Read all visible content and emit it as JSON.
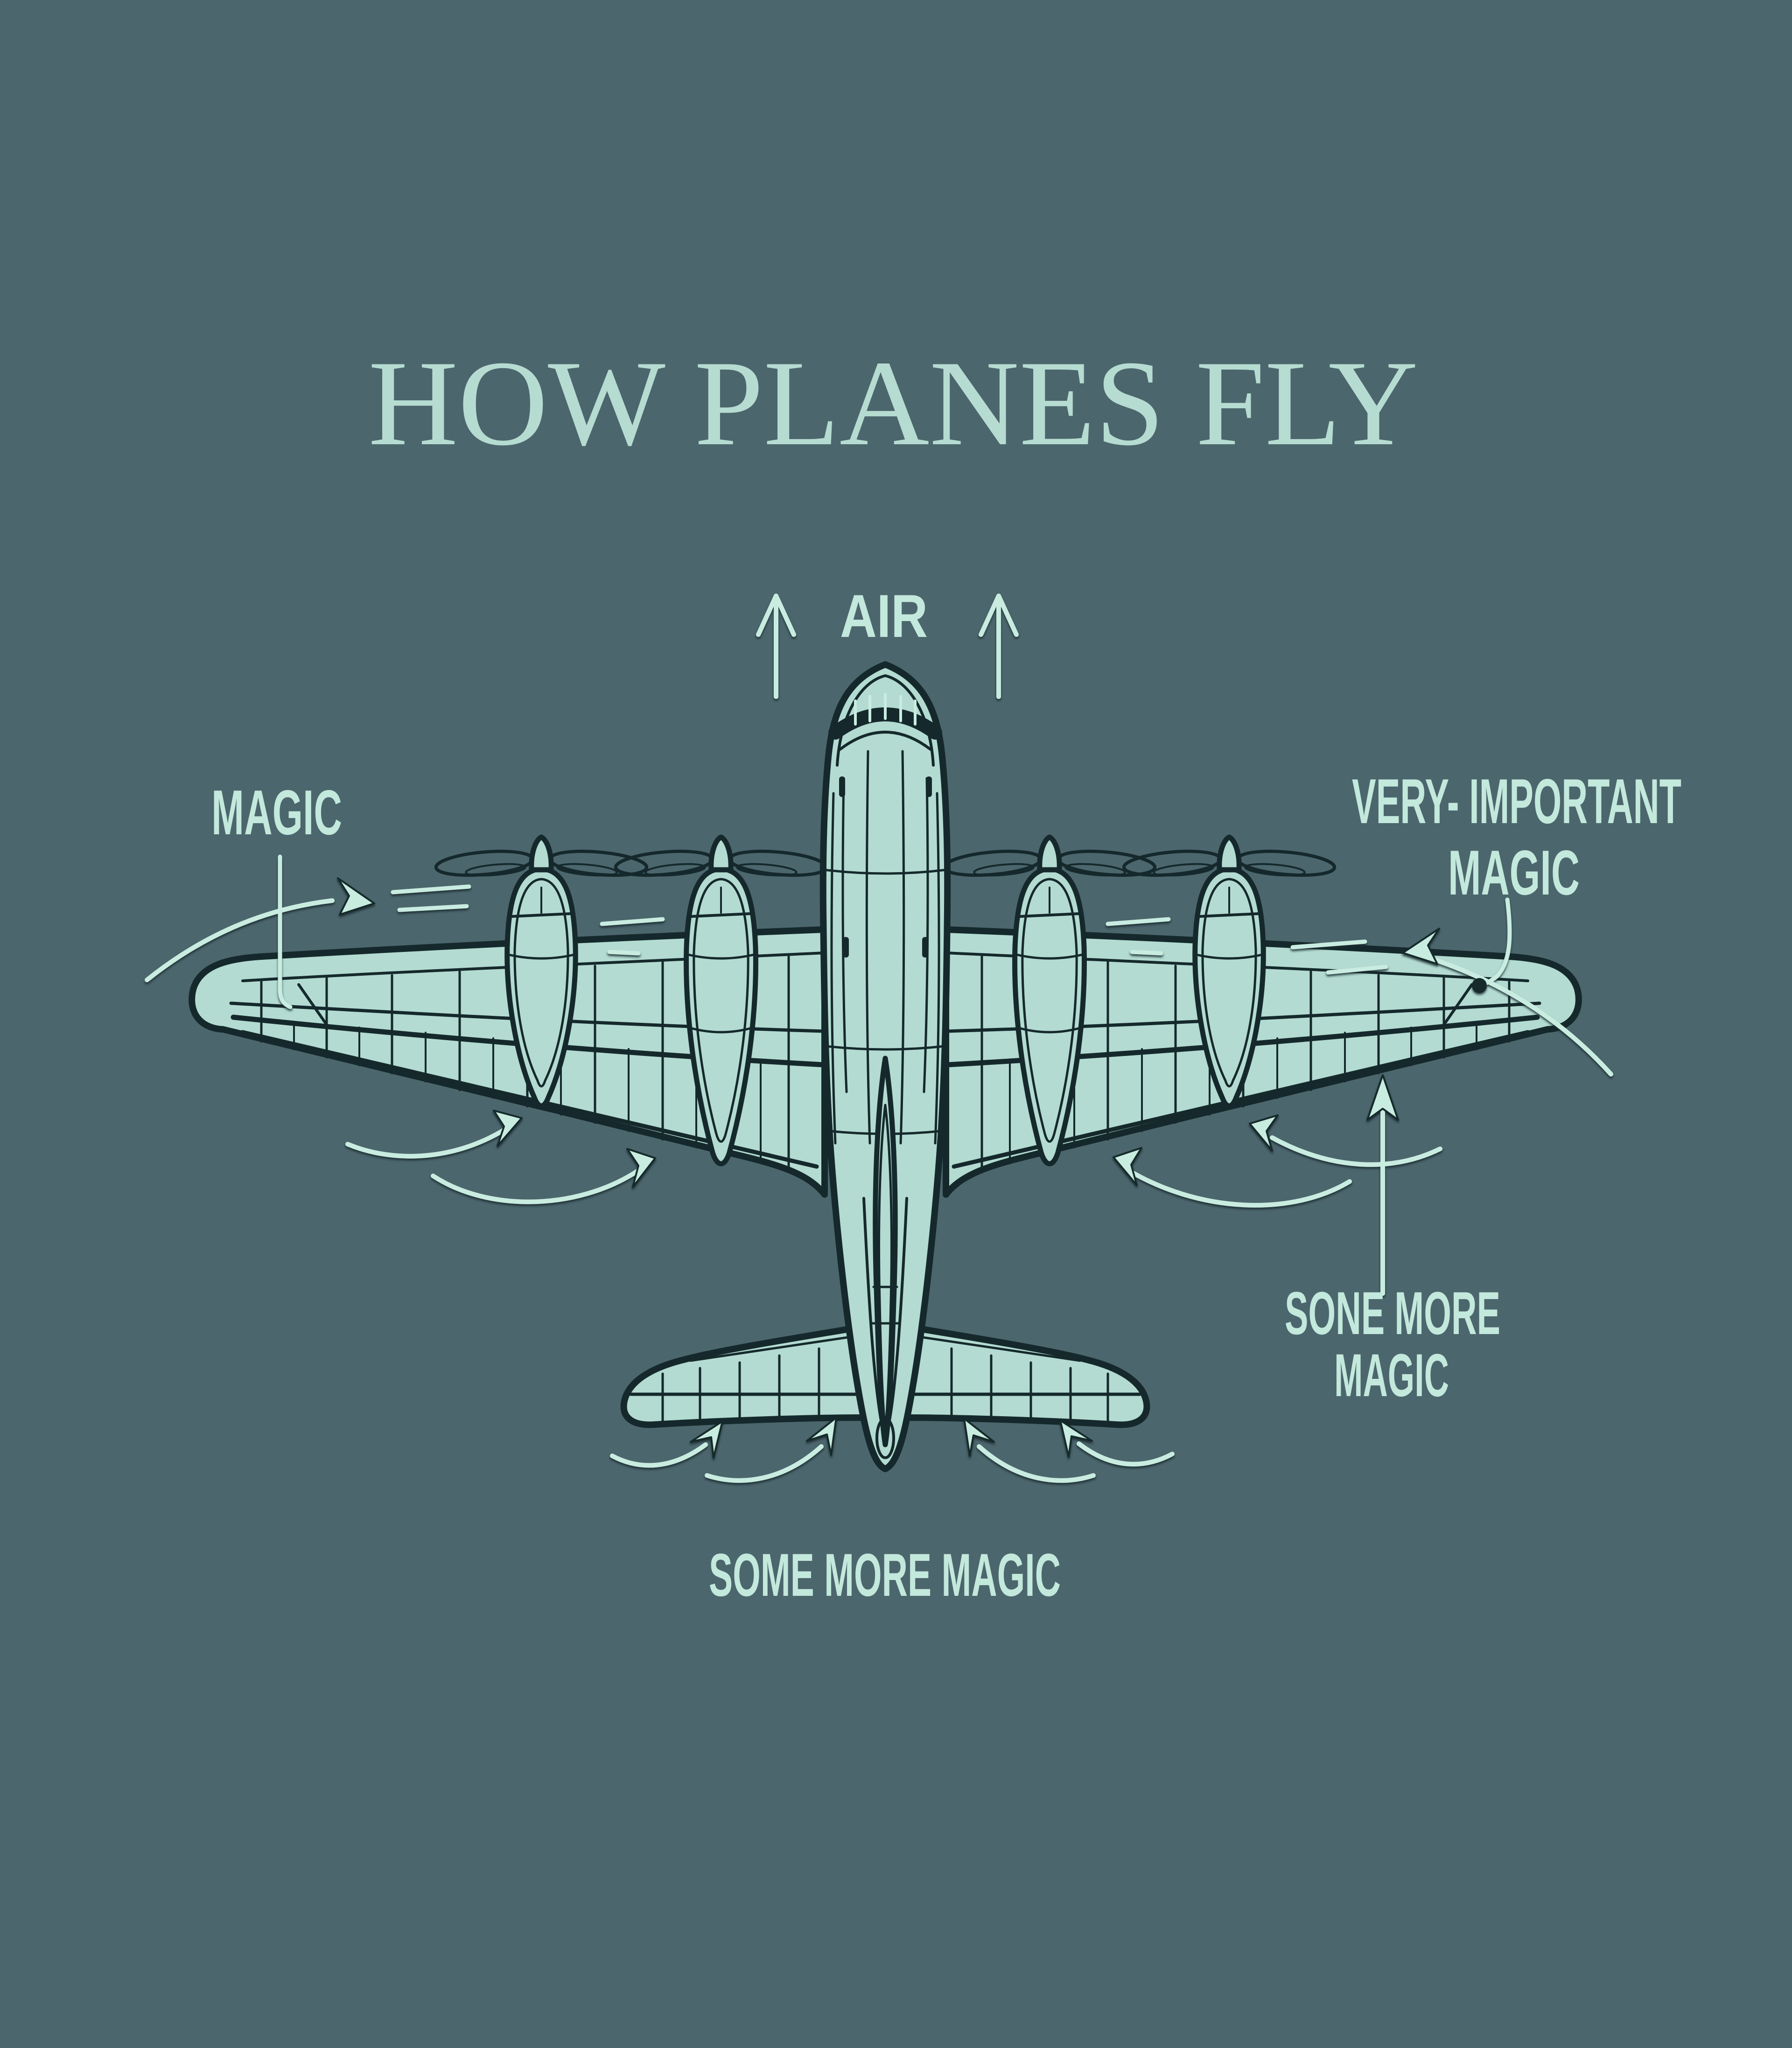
{
  "title": {
    "text": "HOW PLANES FLY"
  },
  "labels": {
    "air": "AIR",
    "magic_left": "MAGIC",
    "very_important_line1": "VERY- IMPORTANT",
    "very_important_line2": "MAGIC",
    "sone_more_line1": "SONE MORE",
    "sone_more_line2": "MAGIC",
    "some_more": "SOME MORE MAGIC"
  },
  "colors": {
    "background": "#4c666d",
    "ink": "#15292c",
    "fill": "#b3dbd1",
    "glow": "#c9ece0",
    "title": "#b6dcd2",
    "label": "#c3e8dc"
  }
}
